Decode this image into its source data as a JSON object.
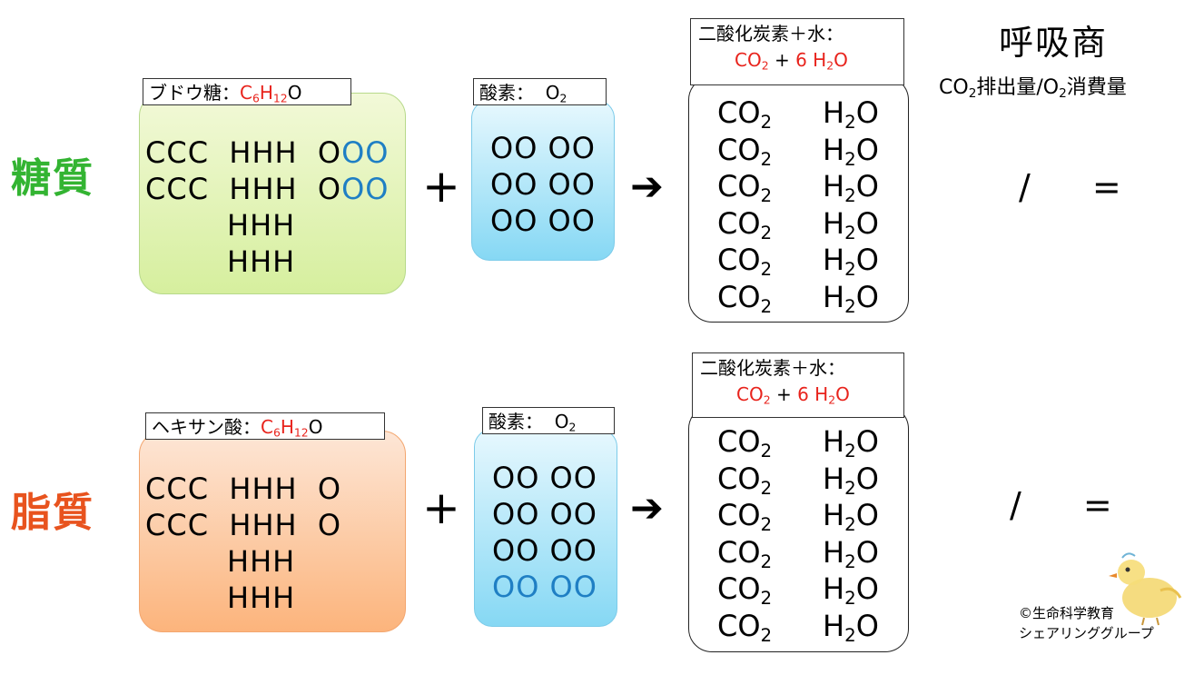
{
  "header": {
    "title": "呼吸商",
    "definition": "CO2排出量/O2消費量"
  },
  "rows": [
    {
      "label": "糖質",
      "substrate_tag": "ブドウ糖：C6H12O",
      "substrate_lines": [
        "CCC  HHH  OOO",
        "CCC  HHH  OOO",
        "HHH",
        "HHH"
      ],
      "oxygen_tag": "酸素：  O2",
      "oxygen_lines": [
        "OO OO",
        "OO OO",
        "OO OO"
      ],
      "plus": "+",
      "arrow": "➔",
      "product_tag_line1": "二酸化炭素＋水：",
      "product_tag_line2": "CO2 + 6 H2O",
      "co2_count": 6,
      "h2o_count": 6,
      "ratio": "/ ="
    },
    {
      "label": "脂質",
      "substrate_tag": "ヘキサン酸：C6H12O",
      "substrate_lines": [
        "CCC  HHH  O",
        "CCC  HHH  O",
        "HHH",
        "HHH"
      ],
      "oxygen_tag": "酸素：  O2",
      "oxygen_lines": [
        "OO OO",
        "OO OO",
        "OO OO",
        "OO OO"
      ],
      "plus": "+",
      "arrow": "➔",
      "product_tag_line1": "二酸化炭素＋水：",
      "product_tag_line2": "CO2 + 6 H2O",
      "co2_count": 6,
      "h2o_count": 6,
      "ratio": "/ ="
    }
  ],
  "copyright": {
    "line1": "©生命科学教育",
    "line2": "シェアリンググループ"
  },
  "colors": {
    "sugar_label": "#33b432",
    "fat_label": "#e8531e",
    "formula_red": "#e8231c",
    "oxygen_blue": "#1f7fc4"
  }
}
